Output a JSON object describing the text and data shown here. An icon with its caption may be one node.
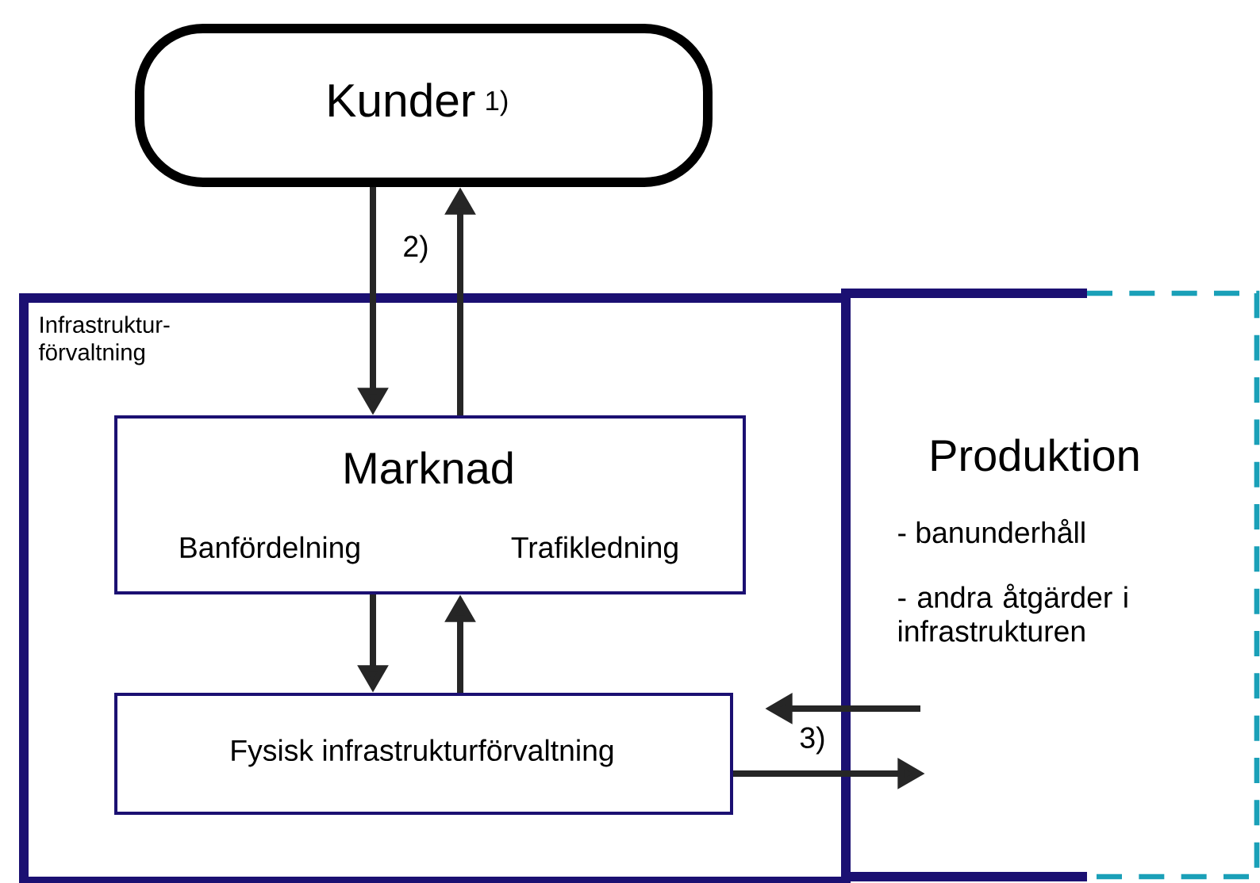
{
  "diagram": {
    "nodes": [
      {
        "text": [
          "Kunder",
          "1)"
        ]
      },
      {
        "text": [
          "Infrastruktur- förvaltning"
        ]
      },
      {
        "text": [
          "Marknad",
          "Banfördelning",
          "Trafikledning"
        ],
        "in": 1
      },
      {
        "text": [
          "Fysisk infrastrukturförvaltning"
        ],
        "in": 1
      },
      {
        "text": [
          "Produktion",
          "- banunderhåll",
          "- andra åtgärder i infrastrukturen"
        ]
      }
    ],
    "edges": [
      {
        "from": 0,
        "to": 2,
        "arrow": "to",
        "label": "2)"
      },
      {
        "from": 2,
        "to": 0,
        "arrow": "to"
      },
      {
        "from": 2,
        "to": 3,
        "arrow": "to"
      },
      {
        "from": 3,
        "to": 2,
        "arrow": "to"
      },
      {
        "from": 4,
        "to": 3,
        "arrow": "to",
        "label": "3)"
      },
      {
        "from": 3,
        "to": 4,
        "arrow": "to"
      }
    ]
  }
}
